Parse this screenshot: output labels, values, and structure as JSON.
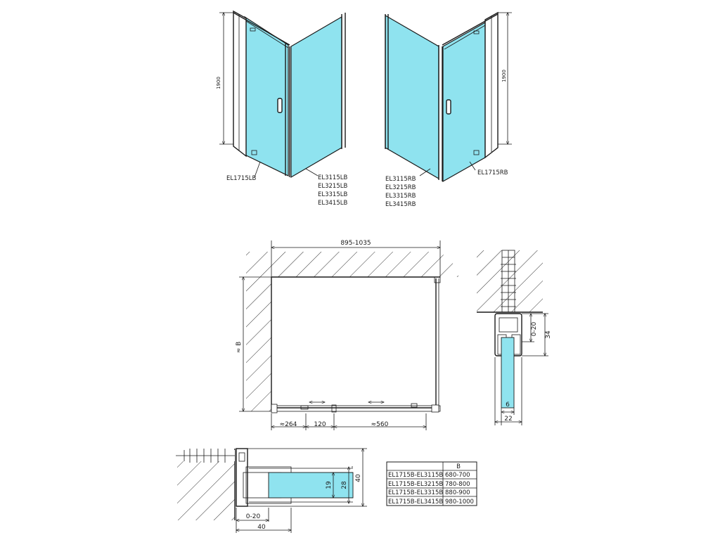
{
  "labels": {
    "left_height": "1900",
    "right_height": "1900",
    "left_hinge_code": "EL1715LB",
    "left_side_codes": [
      "EL3115LB",
      "EL3215LB",
      "EL3315LB",
      "EL3415LB"
    ],
    "right_side_codes": [
      "EL3115RB",
      "EL3215RB",
      "EL3315RB",
      "EL3415RB"
    ],
    "right_hinge_code": "EL1715RB"
  },
  "plan": {
    "width_dim": "895-1035",
    "depth_dim": "≈ B",
    "bottom_dims": [
      "≈264",
      "120",
      "≈560"
    ]
  },
  "detail_profile": {
    "dim_adjust": "0-20",
    "dim_total": "34",
    "dim_glass": "6",
    "dim_width": "22"
  },
  "detail_section": {
    "dim_19": "19",
    "dim_28": "28",
    "dim_40_v": "40",
    "dim_adjust": "0-20",
    "dim_40_h": "40"
  },
  "table": {
    "header": [
      "",
      "B"
    ],
    "rows": [
      [
        "EL1715B-EL3115B",
        "680-700"
      ],
      [
        "EL1715B-EL3215B",
        "780-800"
      ],
      [
        "EL1715B-EL3315B",
        "880-900"
      ],
      [
        "EL1715B-EL3415B",
        "980-1000"
      ]
    ]
  },
  "colors": {
    "glass": "#8fe3ef",
    "line": "#1a1a1a"
  }
}
